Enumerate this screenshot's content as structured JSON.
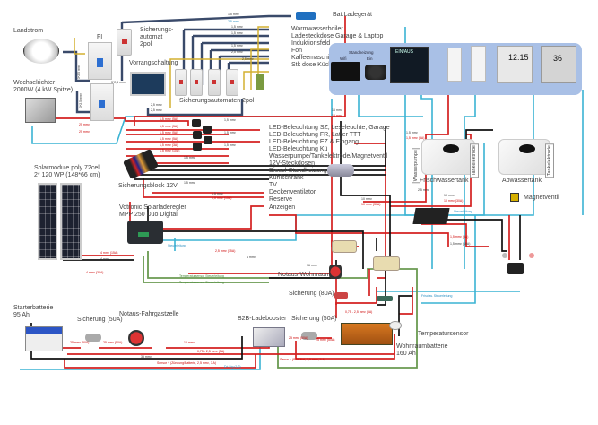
{
  "title": "Schaltplan Wohnmobil Elektrik",
  "colors": {
    "positive": "#d42020",
    "negative": "#111111",
    "ac": "#3a4a6a",
    "signal": "#3ab3d3",
    "sensor": "#6a9a50",
    "ac_live": "#d4b030",
    "panel": "#a9c0e6"
  },
  "components": {
    "landstrom": "Landstrom",
    "fi": "FI",
    "sicherungsautomat": "Sicherungs-\nautomat\n2pol",
    "vorrangschaltung": "Vorrangschaltung",
    "sicherungsautomaten": "Sicherungsautomaten 2pol",
    "wechselrichter": "Wechselrichter\n2000W (4 kW Spitze)",
    "bat_ladegeraet": "Bat.Ladegerät",
    "sicherungsblock": "Sicherungsblock 12V",
    "solarmodule": "Solarmodule poly 72cell\n2* 120 WP (148*66 cm)",
    "solarladeregler": "Votronic Solarladeregler\nMPP 250 Duo Digital",
    "frischwassertank": "Frischwassertank",
    "abwassertank": "Abwassertank",
    "wasserpumpe": "Wasserpumpe",
    "tankelektrode_1": "Tankelektrode",
    "tankelektrode_2": "Tankelektrode",
    "magnetventil": "Magnetventil",
    "starterbatterie": "Starterbatterie\n95 Ah",
    "sicherung_50a_1": "Sicherung (50A)",
    "notaus_fahrgastzelle": "Notaus-Fahrgastzelle",
    "notaus_wohnraum": "Notaus-Wohnraum",
    "sicherung_80a": "Sicherung (80A)",
    "b2b": "B2B-Ladebooster",
    "sicherung_50a_2": "Sicherung (50A)",
    "temperatursensor": "Temperatursensor",
    "wohnraumbatterie": "Wohnraumbatterie\n160 Ah"
  },
  "ac_loads": [
    "Warmwasserboiler",
    "Ladesteckdose Garage & Laptop",
    "Induktionsfeld",
    "Fön",
    "Kaffeemaschine",
    "Stk dose Küche"
  ],
  "dc_loads": [
    "LED-Beleuchtung SZ, Leseleuchte, Garage",
    "LED-Beleuchtung FR, Latter TTT",
    "LED-Beleuchtung EZ & Eingang",
    "LED-Beleuchtung Kü",
    "Wasserpumpe/Tankelektrode/Magnetventil",
    "12V-Steckdosen",
    "Diesel-Standheizung",
    "Kühlschrank",
    "TV",
    "Deckenventilator",
    "Reserve",
    "Anzeigen"
  ],
  "panel": {
    "heater_title": "Standheizung",
    "heater_left": "Wifi",
    "heater_right": "Ein",
    "display_text": "EIN/AUS",
    "clock": "12:15",
    "battery_meter": "36"
  },
  "cables": {
    "c_1_5": "1,5 mm²",
    "c_2_5": "2,5 mm²",
    "c_4": "4 mm²",
    "c_10": "10 mm²",
    "c_16": "16 mm²",
    "c_25": "25 mm²",
    "c_35": "35 mm²",
    "c_3x25": "3*2,5 mm²",
    "c_1_5_3a": "1,5 mm² (3A)",
    "c_1_5_5a": "1,5 mm² (5A)",
    "c_1_5_10a": "1,5 mm² (10A)",
    "c_1_5_15a": "1,5 mm² (15A)",
    "c_2_5_15a": "2,5 mm² (15A)",
    "c_4_15a": "4 mm² (15A)",
    "c_4_30a": "4 mm² (30A)",
    "c_10_30a": "10 mm² (30A)",
    "c_25_50a": "25 mm² (50A)",
    "c_sense": "0,75 - 2,5 mm² (5A)",
    "steuerleitung": "Steuerleitung",
    "tsensor_leitung": "Temperatursensor Steuerleitung",
    "d_plus": "Sensor + (Zündung/Batterie, 2,5 mm², 3 A)",
    "sense_plus": "Sense + (B2B Bat, 2,5 mm², 3 A)",
    "d_plus_short": "D+ Ltg (1/2)",
    "rt_steuerleitung": "Frischw. Steuerleitung"
  }
}
